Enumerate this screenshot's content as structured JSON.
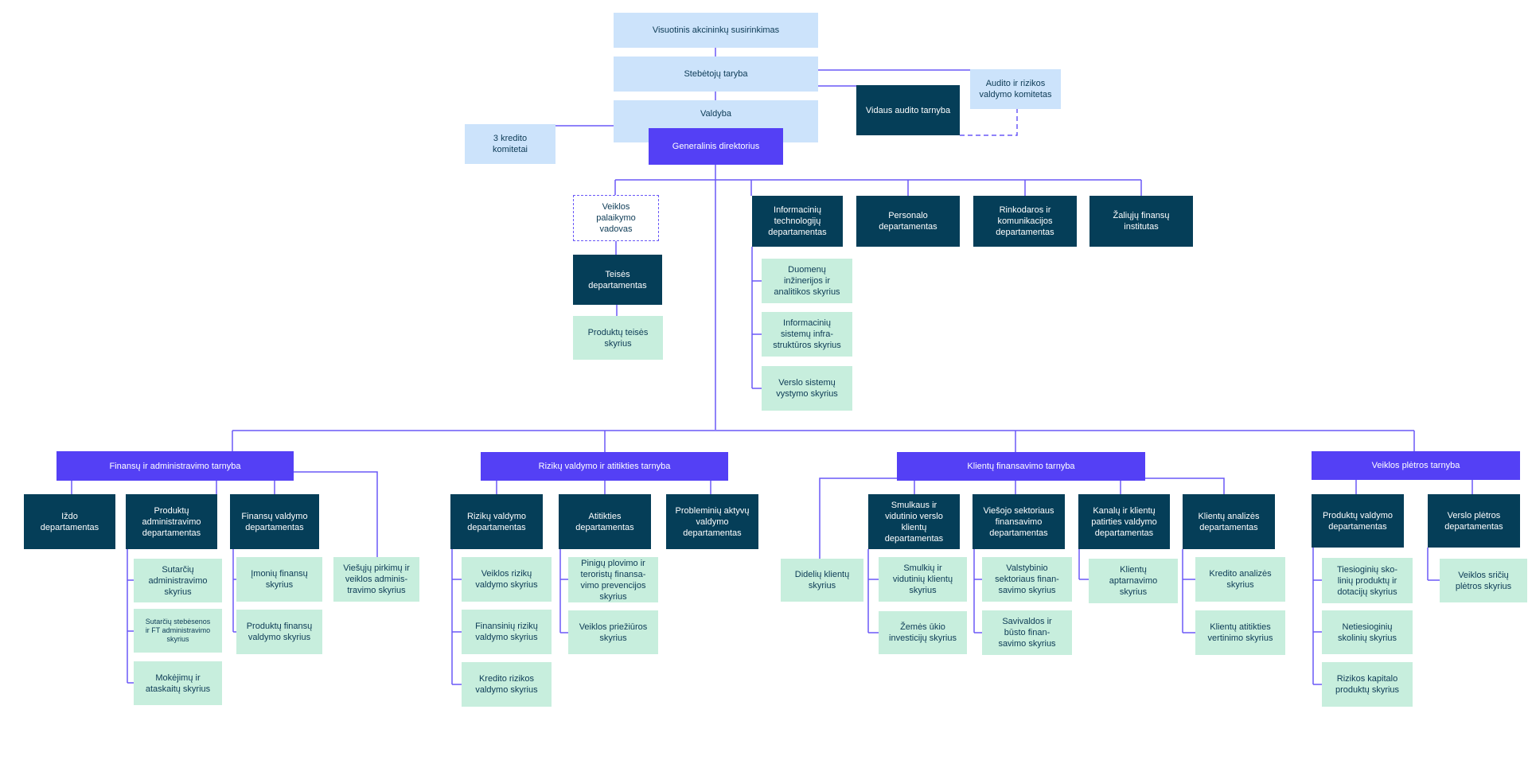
{
  "colors": {
    "line": "#6a58f7",
    "governance_bg": "#cce3fb",
    "executive_bg": "#5440f5",
    "department_bg": "#053e58",
    "unit_bg": "#c7eedd",
    "text_dark": "#0c3a55",
    "text_light": "#ffffff"
  },
  "governance": {
    "shareholders": "Visuotinis akcininkų susirinkimas",
    "supervisory_board": "Stebėtojų taryba",
    "management_board": "Valdyba",
    "credit_committees": "3 kredito\nkomitetai",
    "audit_risk_committee": "Audito ir rizikos\nvaldymo komitetas",
    "internal_audit": "Vidaus audito tarnyba",
    "ceo": "Generalinis direktorius"
  },
  "ceo_reports": {
    "ops_support_manager": "Veiklos\npalaikymo\nvadovas",
    "legal_dept": "Teisės\ndepartamentas",
    "product_legal_unit": "Produktų teisės\nskyrius",
    "it_dept": "Informacinių\ntechnologijų\ndepartamentas",
    "it_units": [
      "Duomenų\ninžinerijos ir\nanalitikos skyrius",
      "Informacinių\nsistemų infra-\nstruktūros skyrius",
      "Verslo sistemų\nvystymo skyrius"
    ],
    "hr_dept": "Personalo\ndepartamentas",
    "marketing_dept": "Rinkodaros ir\nkomunikacijos\ndepartamentas",
    "green_finance": "Žaliųjų finansų\ninstitutas"
  },
  "finance_admin": {
    "title": "Finansų ir administravimo tarnyba",
    "treasury": "Iždo\ndepartamentas",
    "product_admin": "Produktų\nadministravimo\ndepartamentas",
    "product_admin_units": [
      "Sutarčių\nadministravimo\nskyrius",
      "Sutarčių stebėsenos\nir FT administravimo\nskyrius",
      "Mokėjimų ir\nataskaitų skyrius"
    ],
    "finance_mgmt": "Finansų valdymo\ndepartamentas",
    "finance_mgmt_units": [
      "Įmonių finansų\nskyrius",
      "Produktų finansų\nvaldymo skyrius"
    ],
    "procurement": "Viešųjų pirkimų ir\nveiklos adminis-\ntravimo skyrius"
  },
  "risk_compliance": {
    "title": "Rizikų valdymo ir atitikties tarnyba",
    "risk_dept": "Rizikų valdymo\ndepartamentas",
    "risk_units": [
      "Veiklos rizikų\nvaldymo skyrius",
      "Finansinių rizikų\nvaldymo skyrius",
      "Kredito rizikos\nvaldymo skyrius"
    ],
    "compliance_dept": "Atitikties\ndepartamentas",
    "compliance_units": [
      "Pinigų plovimo ir\nteroristų finansa-\nvimo prevencijos\nskyrius",
      "Veiklos priežiūros\nskyrius"
    ],
    "problem_assets": "Probleminių aktyvų\nvaldymo\ndepartamentas"
  },
  "client_finance": {
    "title": "Klientų finansavimo tarnyba",
    "large_clients": "Didelių klientų\nskyrius",
    "sme_dept": "Smulkaus ir\nvidutinio verslo\nklientų\ndepartamentas",
    "sme_units": [
      "Smulkių ir\nvidutinių klientų\nskyrius",
      "Žemės ūkio\ninvesticijų skyrius"
    ],
    "public_dept": "Viešojo sektoriaus\nfinansavimo\ndepartamentas",
    "public_units": [
      "Valstybinio\nsektoriaus finan-\nsavimo skyrius",
      "Savivaldos ir\nbūsto finan-\nsavimo skyrius"
    ],
    "channels_dept": "Kanalų ir klientų\npatirties valdymo\ndepartamentas",
    "channels_units": [
      "Klientų\naptarnavimo\nskyrius"
    ],
    "analysis_dept": "Klientų analizės\ndepartamentas",
    "analysis_units": [
      "Kredito analizės\nskyrius",
      "Klientų atitikties\nvertinimo skyrius"
    ]
  },
  "business_dev": {
    "title": "Veiklos plėtros tarnyba",
    "product_dept": "Produktų valdymo\ndepartamentas",
    "product_units": [
      "Tiesioginių sko-\nlinių produktų ir\ndotacijų skyrius",
      "Netiesioginių\nskolinių skyrius",
      "Rizikos kapitalo\nproduktų skyrius"
    ],
    "bizdev_dept": "Verslo plėtros\ndepartamentas",
    "bizdev_units": [
      "Veiklos sričių\nplėtros skyrius"
    ]
  }
}
